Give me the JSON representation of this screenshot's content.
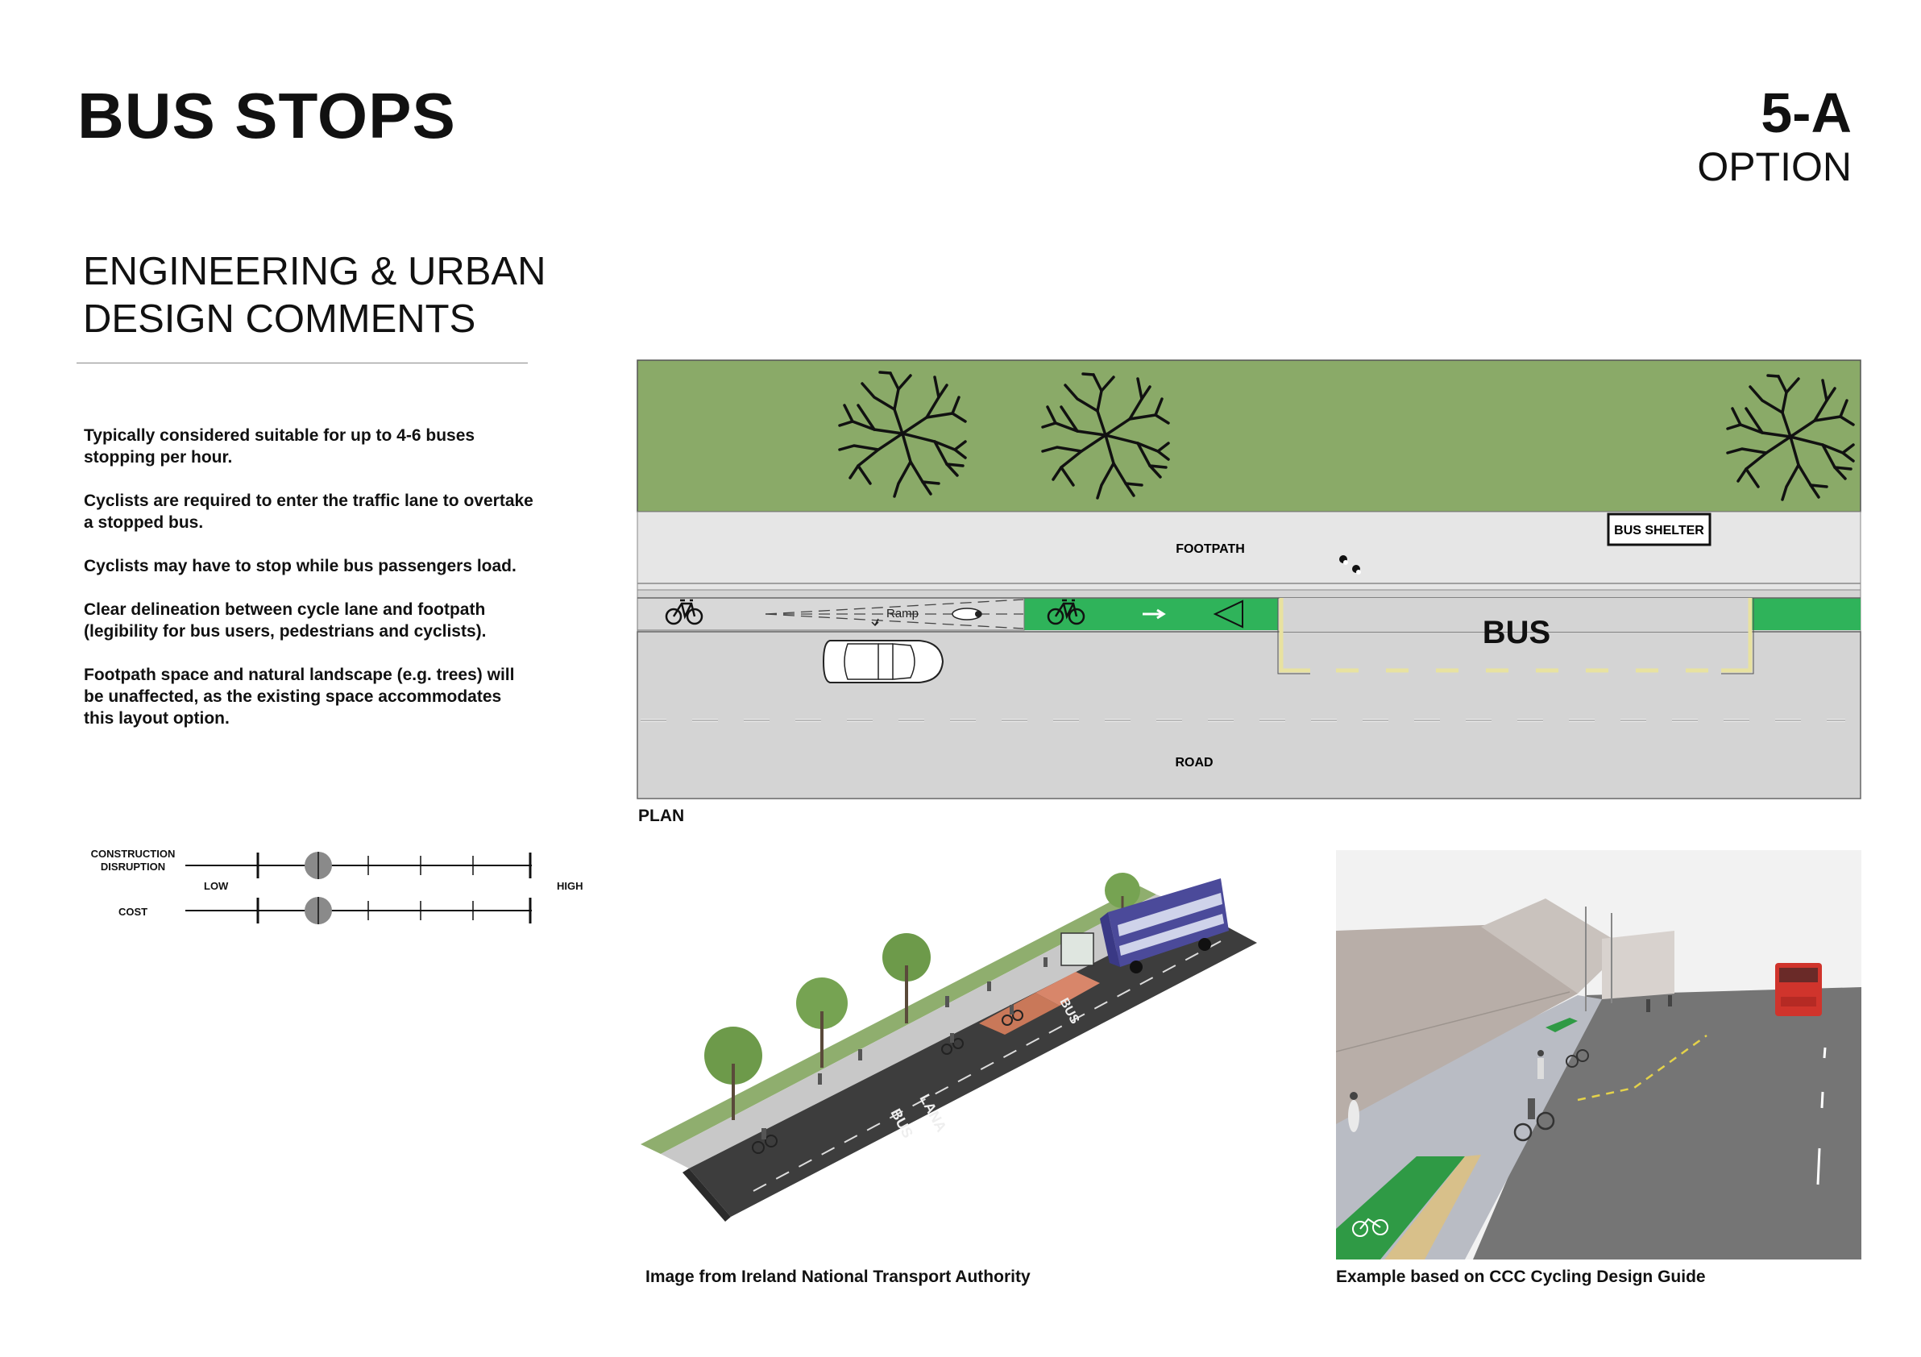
{
  "header": {
    "title": "BUS STOPS",
    "option_number": "5-A",
    "option_label": "OPTION"
  },
  "section": {
    "heading_line1": "ENGINEERING & URBAN",
    "heading_line2": "DESIGN COMMENTS"
  },
  "comments": [
    "Typically considered suitable for up to 4-6 buses stopping per hour.",
    "Cyclists are required to enter the traffic lane to overtake a stopped bus.",
    "Cyclists may have to stop while bus passengers load.",
    "Clear delineation between cycle lane and footpath (legibility for bus users, pedestrians and cyclists).",
    "Footpath space and natural landscape (e.g. trees) will be unaffected, as the existing space accommodates this layout option."
  ],
  "scales": {
    "low_label": "LOW",
    "high_label": "HIGH",
    "steps": 6,
    "items": [
      {
        "label_line1": "CONSTRUCTION",
        "label_line2": "DISRUPTION",
        "level": 1
      },
      {
        "label_line1": "COST",
        "label_line2": "",
        "level": 1
      }
    ]
  },
  "plan": {
    "caption": "PLAN",
    "footpath_label": "FOOTPATH",
    "road_label": "ROAD",
    "bus_label": "BUS",
    "bus_shelter_label": "BUS SHELTER",
    "ramp_label": "Ramp",
    "colors": {
      "grass": "#8aaa68",
      "footpath": "#e6e6e6",
      "road": "#d4d4d4",
      "cycle_lane": "#2fb35a",
      "bus_bay_markings": "#e8e2a0"
    }
  },
  "images": [
    {
      "caption": "Image from Ireland National Transport Authority",
      "lane_text_1": "BUS",
      "lane_text_2": "LANA",
      "lane_text_3": "BUS"
    },
    {
      "caption": "Example based on CCC Cycling Design Guide"
    }
  ]
}
